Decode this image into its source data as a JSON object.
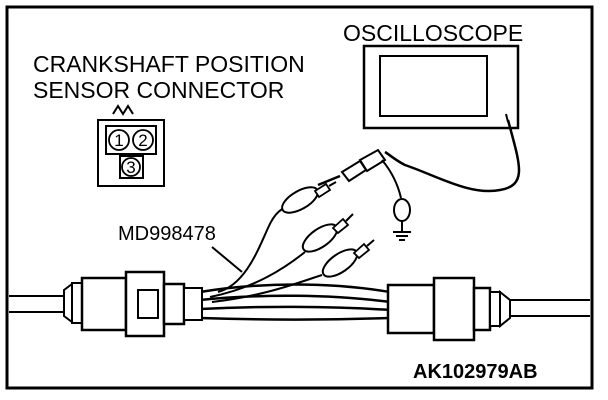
{
  "labels": {
    "oscilloscope": "OSCILLOSCOPE",
    "connector_line1": "CRANKSHAFT POSITION",
    "connector_line2": "SENSOR CONNECTOR",
    "harness_tool": "MD998478",
    "figure_code": "AK102979AB"
  },
  "connector_pins": [
    "1",
    "2",
    "3"
  ],
  "colors": {
    "ink": "#000000",
    "paper": "#ffffff"
  }
}
